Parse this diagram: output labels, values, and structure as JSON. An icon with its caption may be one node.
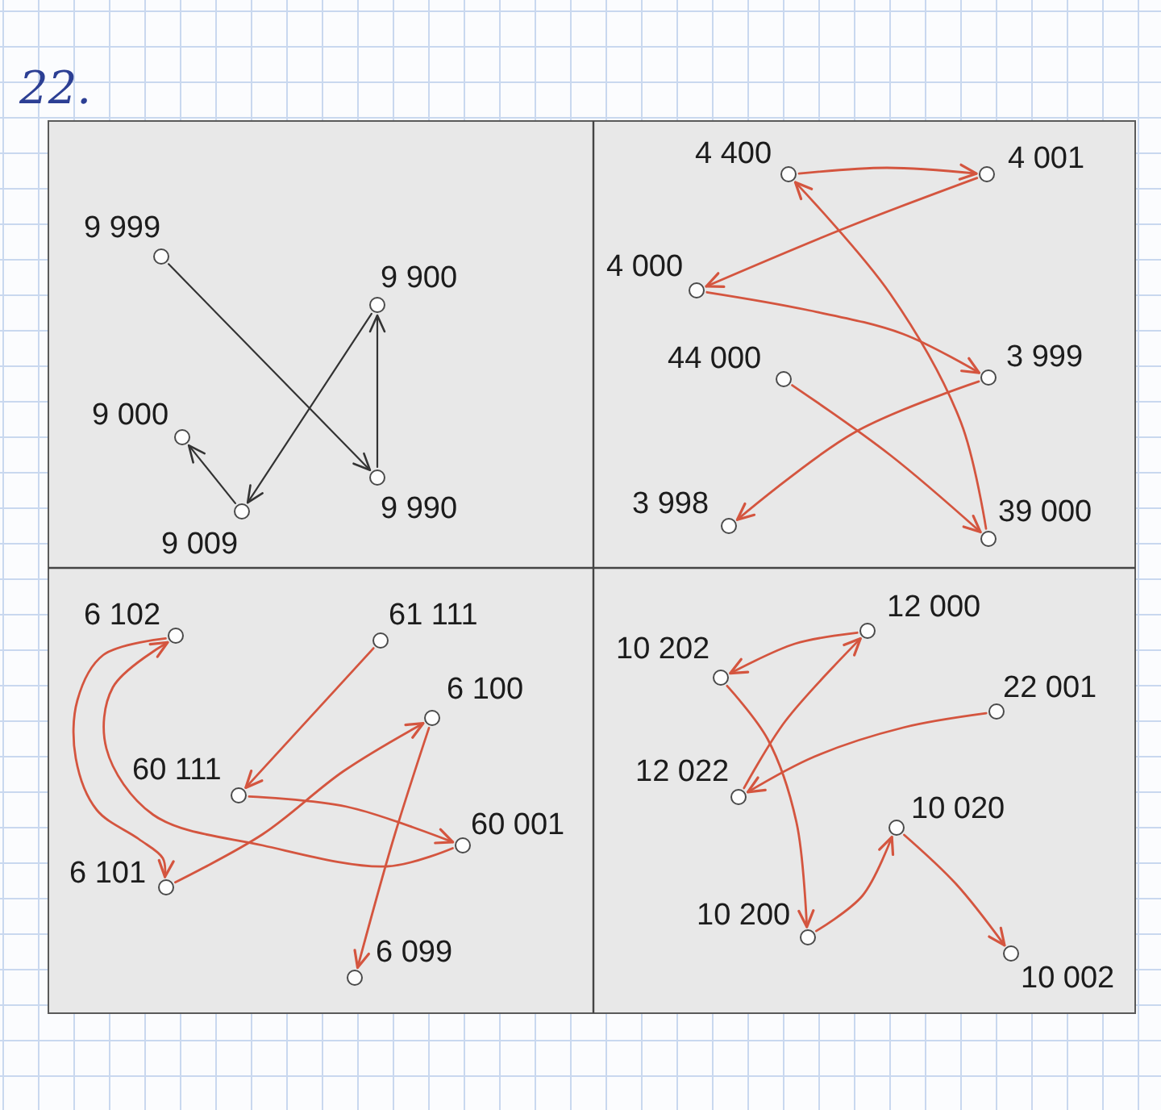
{
  "diagram": {
    "nodes": [
      {
        "text": [],
        "shape": "circle",
        "beside": [
          "9 999"
        ]
      },
      {
        "text": [],
        "shape": "circle",
        "beside": [
          "9 900"
        ]
      },
      {
        "text": [],
        "shape": "circle",
        "beside": [
          "9 000"
        ]
      },
      {
        "text": [],
        "shape": "circle",
        "beside": [
          "9 990"
        ]
      },
      {
        "text": [],
        "shape": "circle",
        "beside": [
          "9 009"
        ]
      },
      {
        "text": [],
        "shape": "circle",
        "beside": [
          "4 400"
        ]
      },
      {
        "text": [],
        "shape": "circle",
        "beside": [
          "4 001"
        ]
      },
      {
        "text": [],
        "shape": "circle",
        "beside": [
          "4 000"
        ]
      },
      {
        "text": [],
        "shape": "circle",
        "beside": [
          "44 000"
        ]
      },
      {
        "text": [],
        "shape": "circle",
        "beside": [
          "3 999"
        ]
      },
      {
        "text": [],
        "shape": "circle",
        "beside": [
          "3 998"
        ]
      },
      {
        "text": [],
        "shape": "circle",
        "beside": [
          "39 000"
        ]
      },
      {
        "text": [],
        "shape": "circle",
        "beside": [
          "6 102"
        ]
      },
      {
        "text": [],
        "shape": "circle",
        "beside": [
          "61 111"
        ]
      },
      {
        "text": [],
        "shape": "circle",
        "beside": [
          "6 100"
        ]
      },
      {
        "text": [],
        "shape": "circle",
        "beside": [
          "60 111"
        ]
      },
      {
        "text": [],
        "shape": "circle",
        "beside": [
          "60 001"
        ]
      },
      {
        "text": [],
        "shape": "circle",
        "beside": [
          "6 101"
        ]
      },
      {
        "text": [],
        "shape": "circle",
        "beside": [
          "6 099"
        ]
      },
      {
        "text": [],
        "shape": "circle",
        "beside": [
          "12 000"
        ]
      },
      {
        "text": [],
        "shape": "circle",
        "beside": [
          "10 202"
        ]
      },
      {
        "text": [],
        "shape": "circle",
        "beside": [
          "22 001"
        ]
      },
      {
        "text": [],
        "shape": "circle",
        "beside": [
          "12 022"
        ]
      },
      {
        "text": [],
        "shape": "circle",
        "beside": [
          "10 020"
        ]
      },
      {
        "text": [],
        "shape": "circle",
        "beside": [
          "10 200"
        ]
      },
      {
        "text": [],
        "shape": "circle",
        "beside": [
          "10 002"
        ]
      }
    ],
    "edges": [
      {
        "from": 0,
        "to": 3,
        "arrow": "to",
        "color": "#333333"
      },
      {
        "from": 3,
        "to": 1,
        "arrow": "to",
        "color": "#333333"
      },
      {
        "from": 1,
        "to": 4,
        "arrow": "to",
        "color": "#333333"
      },
      {
        "from": 4,
        "to": 2,
        "arrow": "to",
        "color": "#333333"
      },
      {
        "from": 8,
        "to": 11,
        "arrow": "to"
      },
      {
        "from": 11,
        "to": 5,
        "arrow": "to"
      },
      {
        "from": 5,
        "to": 6,
        "arrow": "to"
      },
      {
        "from": 6,
        "to": 7,
        "arrow": "to"
      },
      {
        "from": 7,
        "to": 9,
        "arrow": "to"
      },
      {
        "from": 9,
        "to": 10,
        "arrow": "to"
      },
      {
        "from": 13,
        "to": 15,
        "arrow": "to"
      },
      {
        "from": 15,
        "to": 16,
        "arrow": "to"
      },
      {
        "from": 16,
        "to": 12,
        "arrow": "to"
      },
      {
        "from": 12,
        "to": 17,
        "arrow": "to"
      },
      {
        "from": 17,
        "to": 14,
        "arrow": "to"
      },
      {
        "from": 14,
        "to": 18,
        "arrow": "to"
      },
      {
        "from": 21,
        "to": 22,
        "arrow": "to"
      },
      {
        "from": 22,
        "to": 19,
        "arrow": "to"
      },
      {
        "from": 19,
        "to": 20,
        "arrow": "to"
      },
      {
        "from": 20,
        "to": 24,
        "arrow": "to"
      },
      {
        "from": 24,
        "to": 23,
        "arrow": "to"
      },
      {
        "from": 23,
        "to": 25,
        "arrow": "to"
      }
    ],
    "labels": [
      "22."
    ]
  }
}
